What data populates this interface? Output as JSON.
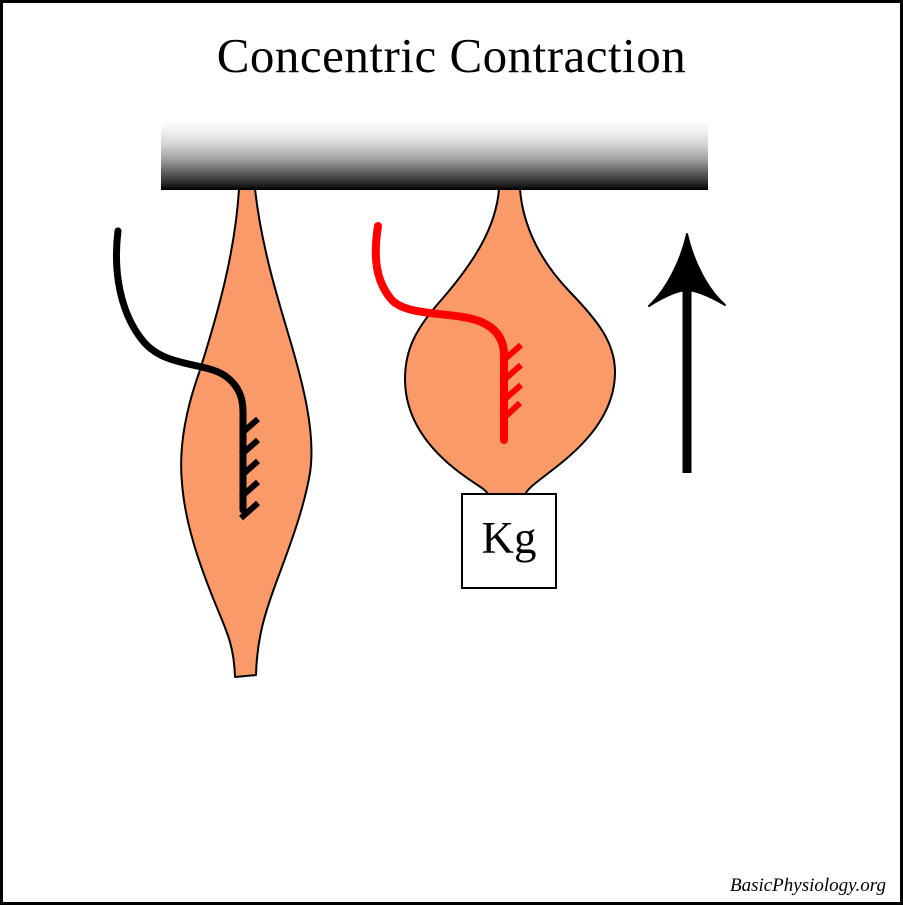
{
  "title": "Concentric Contraction",
  "weight_box": {
    "label": "Kg"
  },
  "credit": "BasicPhysiology.org",
  "colors": {
    "muscle": "#F99A68",
    "outline": "#000000",
    "nerve-resting": "#000000",
    "nerve-active": "#FF0000",
    "arrow": "#000000",
    "background": "#FFFFFF"
  },
  "icons": {
    "ceiling_bar": "gradient-anchor-bar",
    "relaxed_muscle": "long-spindle-muscle",
    "contracted_muscle": "shortened-bulged-muscle",
    "resting_nerve": "black-nerve-fiber-with-endings",
    "active_nerve": "red-nerve-fiber-with-endings",
    "up_arrow": "upward-movement-arrow"
  }
}
